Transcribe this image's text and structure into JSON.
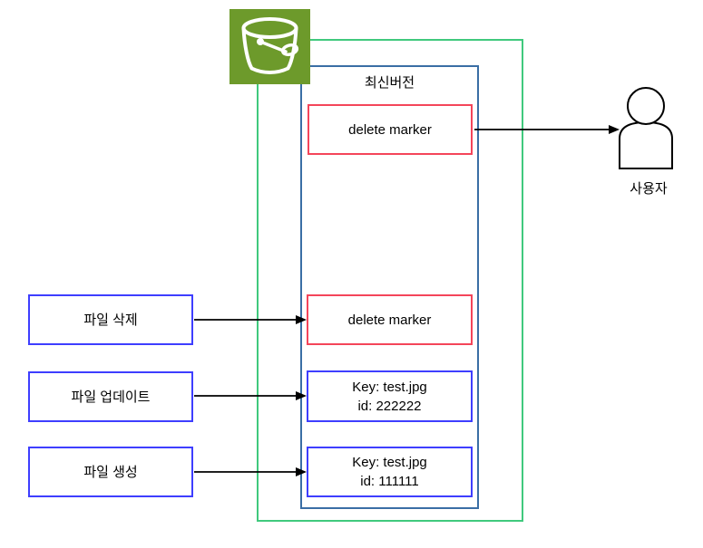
{
  "colors": {
    "canvas_bg": "#ffffff",
    "outer_border": "#40c97d",
    "version_border": "#3a6ea5",
    "action_border": "#3e3eff",
    "marker_border": "#f4455a",
    "object_border": "#3e3eff",
    "bucket_bg": "#6d9a2b",
    "arrow": "#000000"
  },
  "bucket": {
    "icon": "s3-bucket-icon"
  },
  "version_box": {
    "label": "최신버전"
  },
  "top_marker": {
    "label": "delete marker"
  },
  "user": {
    "label": "사용자"
  },
  "actions": [
    {
      "label": "파일 삭제"
    },
    {
      "label": "파일 업데이트"
    },
    {
      "label": "파일 생성"
    }
  ],
  "middle": {
    "marker": {
      "label": "delete marker"
    },
    "version2": {
      "line1": "Key: test.jpg",
      "line2": "id: 222222"
    },
    "version1": {
      "line1": "Key: test.jpg",
      "line2": "id: 111111"
    }
  }
}
